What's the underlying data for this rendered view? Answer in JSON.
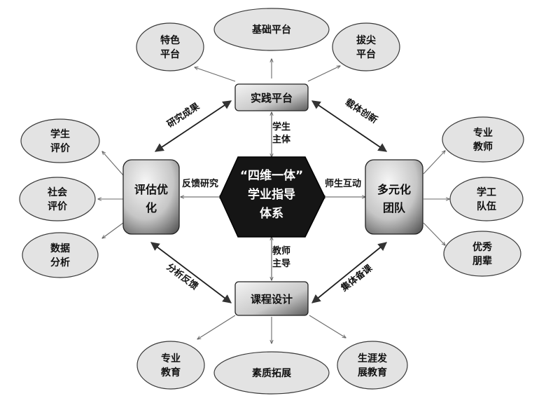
{
  "center": {
    "line1": "“四维一体”",
    "line2": "学业指导",
    "line3": "体系"
  },
  "nodes": {
    "practice": {
      "label": "实践平台"
    },
    "course": {
      "label": "课程设计"
    },
    "eval": {
      "line1": "评估优",
      "line2": "化"
    },
    "team": {
      "line1": "多元化",
      "line2": "团队"
    }
  },
  "leaves": {
    "base": {
      "lines": [
        "基础平台"
      ]
    },
    "special": {
      "lines": [
        "特色",
        "平台"
      ]
    },
    "topnotch": {
      "lines": [
        "拔尖",
        "平台"
      ]
    },
    "stu_eval": {
      "lines": [
        "学生",
        "评价"
      ]
    },
    "soc_eval": {
      "lines": [
        "社会",
        "评价"
      ]
    },
    "data": {
      "lines": [
        "数据",
        "分析"
      ]
    },
    "prof_teach": {
      "lines": [
        "专业",
        "教师"
      ]
    },
    "staff": {
      "lines": [
        "学工",
        "队伍"
      ]
    },
    "peers": {
      "lines": [
        "优秀",
        "朋辈"
      ]
    },
    "prof_edu": {
      "lines": [
        "专业",
        "教育"
      ]
    },
    "quality": {
      "lines": [
        "素质拓展"
      ]
    },
    "career": {
      "lines": [
        "生涯发",
        "展教育"
      ]
    }
  },
  "edges": {
    "center_top": {
      "lines": [
        "学生",
        "主体"
      ]
    },
    "center_bottom": {
      "lines": [
        "教师",
        "主导"
      ]
    },
    "center_left": {
      "label": "反馈研究"
    },
    "center_right": {
      "label": "师生互动"
    },
    "research": {
      "label": "研究成果"
    },
    "carrier": {
      "label": "载体创新"
    },
    "analysis": {
      "label": "分析反馈"
    },
    "prep": {
      "label": "集体备课"
    }
  },
  "colors": {
    "ellipse": "#e3e3e3",
    "center": "#151515",
    "stroke": "#3a3a3a"
  }
}
